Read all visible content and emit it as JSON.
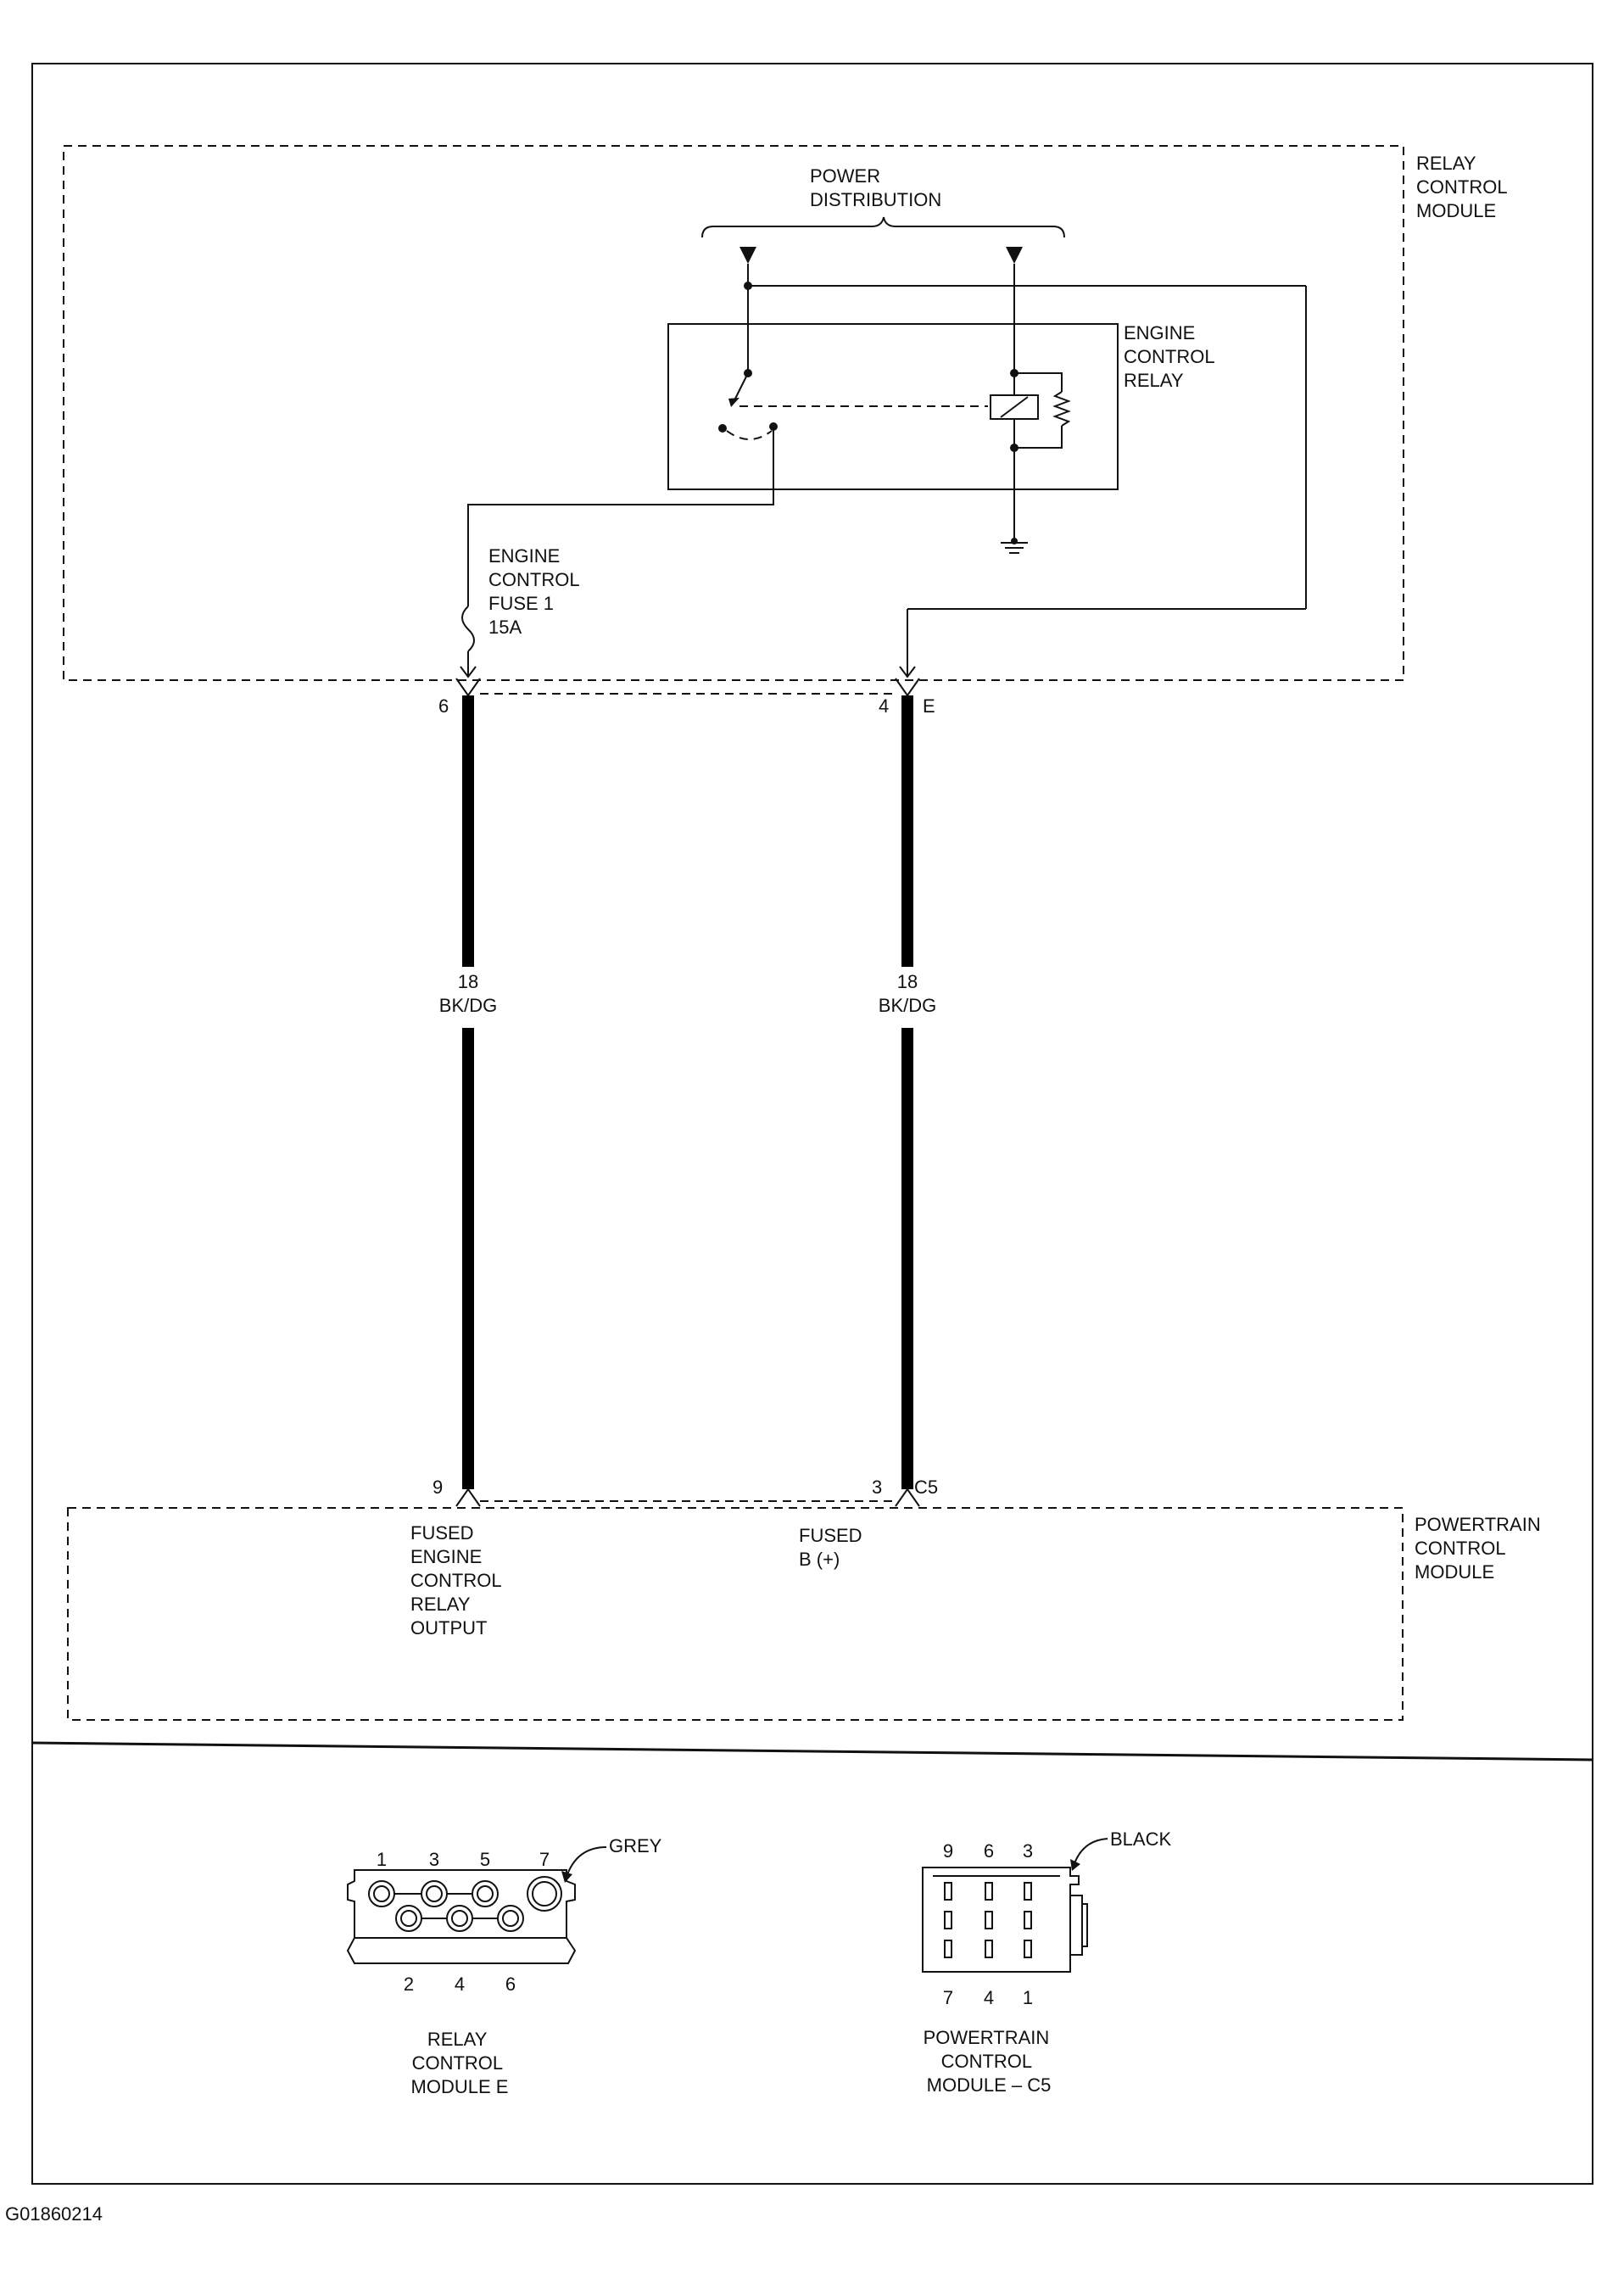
{
  "relay_control_module": {
    "name_lines": [
      "RELAY",
      "CONTROL",
      "MODULE"
    ]
  },
  "power_distribution": {
    "label_lines": [
      "POWER",
      "DISTRIBUTION"
    ]
  },
  "engine_control_relay": {
    "label_lines": [
      "ENGINE",
      "CONTROL",
      "RELAY"
    ]
  },
  "fuse": {
    "label_lines": [
      "ENGINE",
      "CONTROL",
      "FUSE 1",
      "15A"
    ]
  },
  "wire_left": {
    "top_pin": "6",
    "bottom_pin": "9",
    "gauge": "18",
    "color": "BK/DG"
  },
  "wire_right": {
    "top_pin": "4",
    "top_connector": "E",
    "bottom_pin": "3",
    "bottom_connector": "C5",
    "gauge": "18",
    "color": "BK/DG"
  },
  "powertrain_control_module": {
    "name_lines": [
      "POWERTRAIN",
      "CONTROL",
      "MODULE"
    ],
    "pin9_label_lines": [
      "FUSED",
      "ENGINE",
      "CONTROL",
      "RELAY",
      "OUTPUT"
    ],
    "pin3_label_lines": [
      "FUSED",
      "B (+)"
    ]
  },
  "connector_e": {
    "color": "GREY",
    "top_pins": [
      "1",
      "3",
      "5",
      "7"
    ],
    "bottom_pins": [
      "2",
      "4",
      "6"
    ],
    "caption_lines": [
      "RELAY",
      "CONTROL",
      "MODULE E"
    ]
  },
  "connector_c5": {
    "color": "BLACK",
    "top_pins": [
      "9",
      "6",
      "3"
    ],
    "bottom_pins": [
      "7",
      "4",
      "1"
    ],
    "caption_lines": [
      "POWERTRAIN",
      "CONTROL",
      "MODULE – C5"
    ]
  },
  "figure_id": "G01860214"
}
